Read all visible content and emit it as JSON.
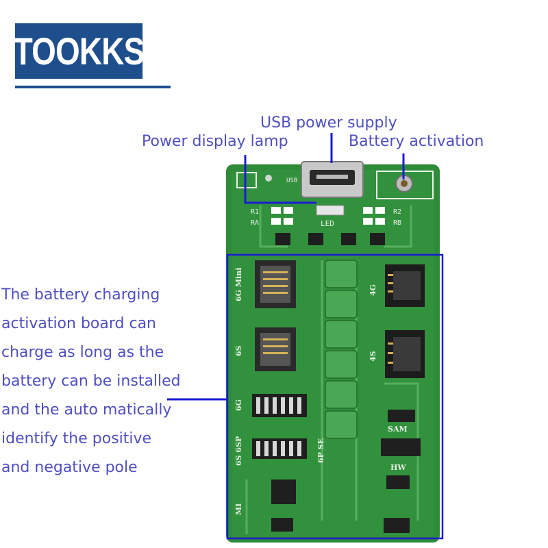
{
  "brand": {
    "logo_text": "TOOKKS"
  },
  "callouts": {
    "usb": "USB power supply",
    "lamp": "Power display lamp",
    "battery": "Battery activation"
  },
  "description": {
    "lines": [
      "The battery charging",
      "activation board can",
      "charge as long as the",
      "battery can be installed",
      "and the auto matically",
      "identify the positive",
      "and negative pole"
    ]
  },
  "board": {
    "labels": {
      "r1": "R1",
      "ra": "RA",
      "r2": "R2",
      "rb": "RB",
      "led": "LED",
      "usb": "USB",
      "port_6g_mini": "6G Mini",
      "port_4g": "4G",
      "port_6s": "6S",
      "port_4s": "4S",
      "port_6g": "6G",
      "port_6s6p": "6S 6SP",
      "port_6p": "6P SE",
      "sam": "SAM",
      "hw": "HW",
      "mi": "MI"
    },
    "colors": {
      "pcb": "#2f8a3a",
      "frame": "#1b1bd6",
      "callout_line": "#1b1bd6"
    }
  }
}
